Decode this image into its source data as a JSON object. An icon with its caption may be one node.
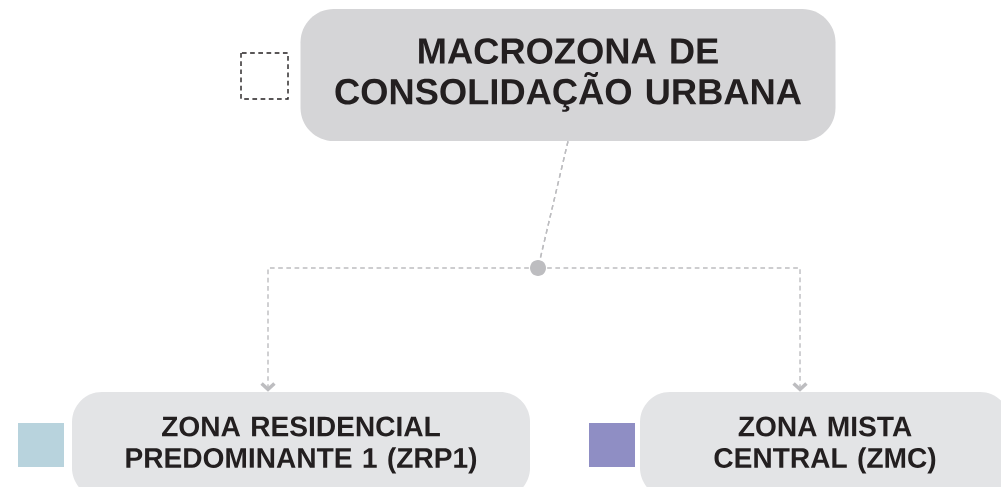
{
  "diagram": {
    "nodes": [
      {
        "text": [
          "MACROZONA DE CONSOLIDAÇÃO URBANA"
        ]
      },
      {
        "text": [
          "ZONA RESIDENCIAL PREDOMINANTE 1 (ZRP1)"
        ]
      },
      {
        "text": [
          "ZONA MISTA CENTRAL (ZMC)"
        ]
      }
    ],
    "edges": [
      {
        "from": 0,
        "to": 1,
        "arrow": "to",
        "style": "dashed"
      },
      {
        "from": 0,
        "to": 2,
        "arrow": "to",
        "style": "dashed"
      }
    ]
  }
}
